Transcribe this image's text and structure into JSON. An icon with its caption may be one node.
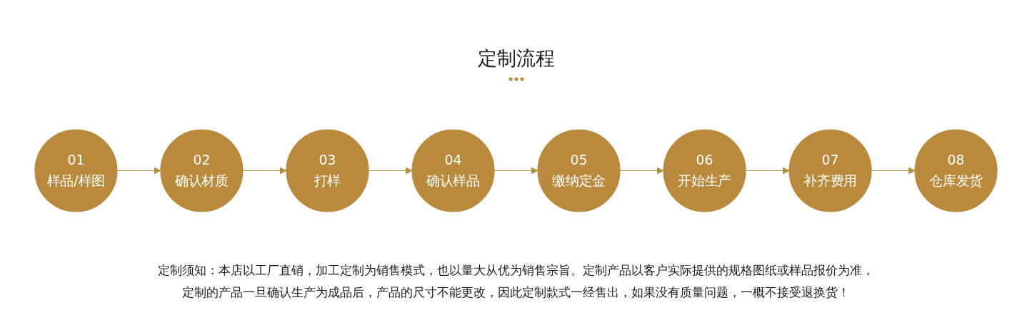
{
  "diagram": {
    "title": "定制流程",
    "nodes": [
      {
        "text": [
          "01",
          "样品/样图"
        ]
      },
      {
        "text": [
          "02",
          "确认材质"
        ]
      },
      {
        "text": [
          "03",
          "打样"
        ]
      },
      {
        "text": [
          "04",
          "确认样品"
        ]
      },
      {
        "text": [
          "05",
          "缴纳定金"
        ]
      },
      {
        "text": [
          "06",
          "开始生产"
        ]
      },
      {
        "text": [
          "07",
          "补齐费用"
        ]
      },
      {
        "text": [
          "08",
          "仓库发货"
        ]
      }
    ],
    "edges": [
      {
        "from": 0,
        "to": 1,
        "arrow": "to"
      },
      {
        "from": 1,
        "to": 2,
        "arrow": "to"
      },
      {
        "from": 2,
        "to": 3,
        "arrow": "to"
      },
      {
        "from": 3,
        "to": 4,
        "arrow": "to"
      },
      {
        "from": 4,
        "to": 5,
        "arrow": "to"
      },
      {
        "from": 5,
        "to": 6,
        "arrow": "to"
      },
      {
        "from": 6,
        "to": 7,
        "arrow": "to"
      }
    ],
    "labels": [
      "定制须知：本店以工厂直销，加工定制为销售模式，也以量大从优为销售宗旨。定制产品以客户实际提供的规格图纸或样品报价为准，定制的产品一旦确认生产为成品后，产品的尺寸不能更改，因此定制款式一经售出，如果没有质量问题，一概不接受退换货！"
    ]
  }
}
